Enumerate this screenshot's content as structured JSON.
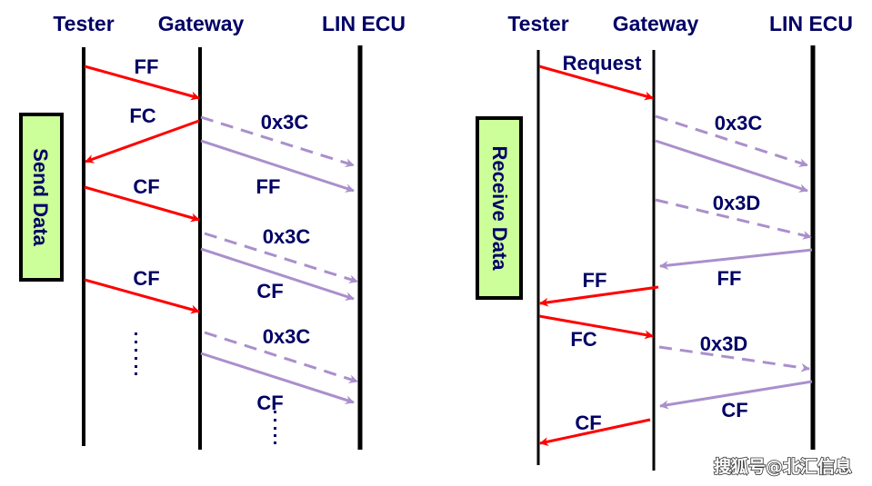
{
  "colors": {
    "text": "#000066",
    "lifeline": "#000000",
    "can_message": "#ff0000",
    "lin_message": "#aa8fcc",
    "phase_box_fill": "#ccff99",
    "phase_box_border": "#000000"
  },
  "diagrams": [
    {
      "id": "send",
      "phase_label": "Send Data",
      "participants": [
        "Tester",
        "Gateway",
        "LIN ECU"
      ],
      "messages": [
        {
          "label": "FF",
          "from": "Tester",
          "to": "Gateway",
          "bus": "CAN",
          "style": "solid"
        },
        {
          "label": "FC",
          "from": "Gateway",
          "to": "Tester",
          "bus": "CAN",
          "style": "solid"
        },
        {
          "label": "0x3C",
          "from": "Gateway",
          "to": "LIN ECU",
          "bus": "LIN",
          "style": "dashed"
        },
        {
          "label": "FF",
          "from": "Gateway",
          "to": "LIN ECU",
          "bus": "LIN",
          "style": "solid"
        },
        {
          "label": "CF",
          "from": "Tester",
          "to": "Gateway",
          "bus": "CAN",
          "style": "solid"
        },
        {
          "label": "0x3C",
          "from": "Gateway",
          "to": "LIN ECU",
          "bus": "LIN",
          "style": "dashed"
        },
        {
          "label": "CF",
          "from": "Gateway",
          "to": "LIN ECU",
          "bus": "LIN",
          "style": "solid"
        },
        {
          "label": "CF",
          "from": "Tester",
          "to": "Gateway",
          "bus": "CAN",
          "style": "solid"
        },
        {
          "label": "0x3C",
          "from": "Gateway",
          "to": "LIN ECU",
          "bus": "LIN",
          "style": "dashed"
        },
        {
          "label": "CF",
          "from": "Gateway",
          "to": "LIN ECU",
          "bus": "LIN",
          "style": "solid"
        }
      ],
      "continuation": "......"
    },
    {
      "id": "receive",
      "phase_label": "Receive Data",
      "participants": [
        "Tester",
        "Gateway",
        "LIN ECU"
      ],
      "messages": [
        {
          "label": "Request",
          "from": "Tester",
          "to": "Gateway",
          "bus": "CAN",
          "style": "solid"
        },
        {
          "label": "0x3C",
          "from": "Gateway",
          "to": "LIN ECU",
          "bus": "LIN",
          "style": "dashed"
        },
        {
          "label": "",
          "from": "Gateway",
          "to": "LIN ECU",
          "bus": "LIN",
          "style": "solid"
        },
        {
          "label": "0x3D",
          "from": "Gateway",
          "to": "LIN ECU",
          "bus": "LIN",
          "style": "dashed"
        },
        {
          "label": "FF",
          "from": "LIN ECU",
          "to": "Gateway",
          "bus": "LIN",
          "style": "solid"
        },
        {
          "label": "FF",
          "from": "Gateway",
          "to": "Tester",
          "bus": "CAN",
          "style": "solid"
        },
        {
          "label": "FC",
          "from": "Tester",
          "to": "Gateway",
          "bus": "CAN",
          "style": "solid"
        },
        {
          "label": "0x3D",
          "from": "Gateway",
          "to": "LIN ECU",
          "bus": "LIN",
          "style": "dashed"
        },
        {
          "label": "CF",
          "from": "LIN ECU",
          "to": "Gateway",
          "bus": "LIN",
          "style": "solid"
        },
        {
          "label": "CF",
          "from": "Gateway",
          "to": "Tester",
          "bus": "CAN",
          "style": "solid"
        }
      ]
    }
  ],
  "watermark": "搜狐号@北汇信息"
}
